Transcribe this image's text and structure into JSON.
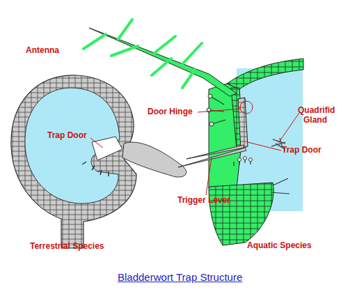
{
  "diagram": {
    "title": "Bladderwort Trap Structure",
    "labels": [
      "Antenna",
      "Trap Door",
      "Door Hinge",
      "Quadrifid Gland",
      "Trap Door",
      "Trigger Lever",
      "Terrestrial Species",
      "Aquatic Species"
    ]
  }
}
